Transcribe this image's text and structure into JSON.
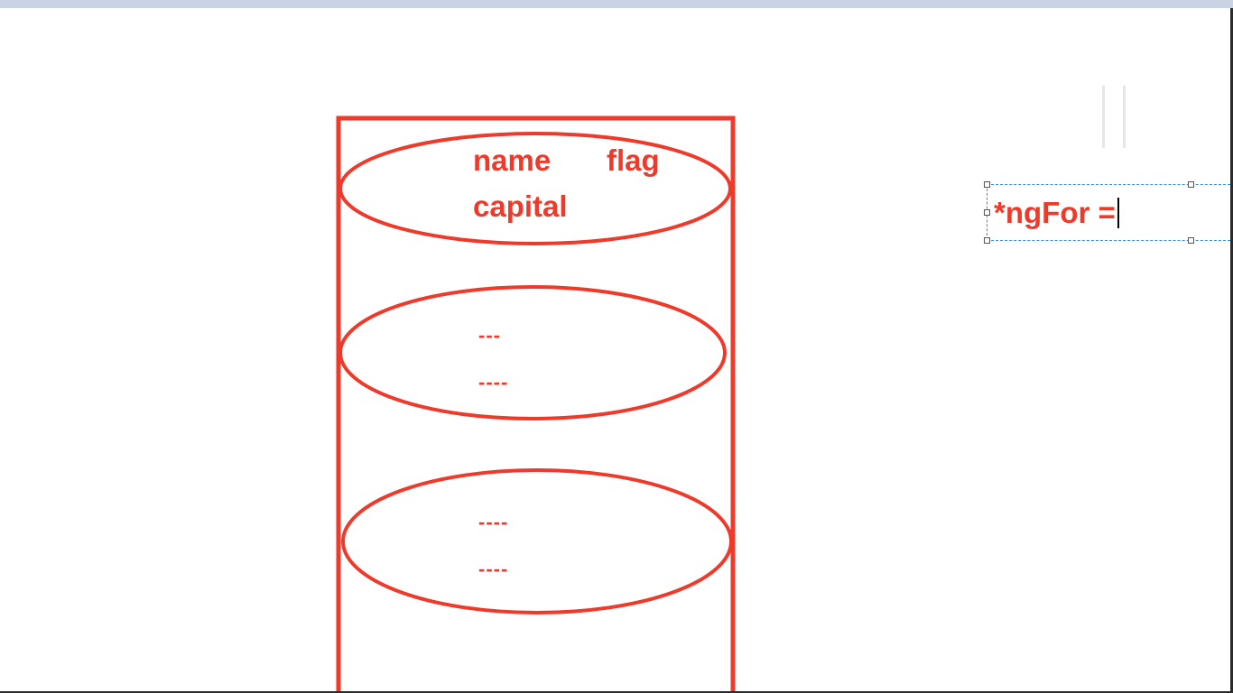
{
  "diagram": {
    "first_item": {
      "field_name": "name",
      "field_flag": "flag",
      "field_capital": "capital"
    },
    "second_item": {
      "line1": "---",
      "line2": "----"
    },
    "third_item": {
      "line1": "----",
      "line2": "----"
    }
  },
  "textbox": {
    "value": "*ngFor ="
  },
  "colors": {
    "accent": "#ee3a2b",
    "selection": "#3b8bd9",
    "top_bar": "#c9d3e3"
  }
}
